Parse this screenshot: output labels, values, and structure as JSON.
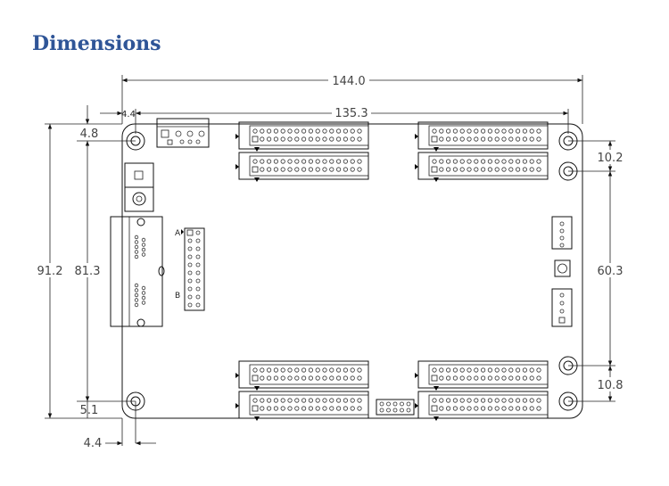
{
  "page": {
    "title": "Dimensions"
  },
  "dimensions": {
    "overall_width": "144.0",
    "hole_spacing_width": "135.3",
    "top_left_offset": "4.4",
    "bottom_left_offset": "4.4",
    "left_top_offset": "4.8",
    "left_bottom_offset": "5.1",
    "overall_height": "91.2",
    "hole_spacing_height": "81.3",
    "right_top": "10.2",
    "right_middle": "60.3",
    "right_bottom": "10.8"
  },
  "connector_labels": {
    "a": "A",
    "b": "B"
  }
}
